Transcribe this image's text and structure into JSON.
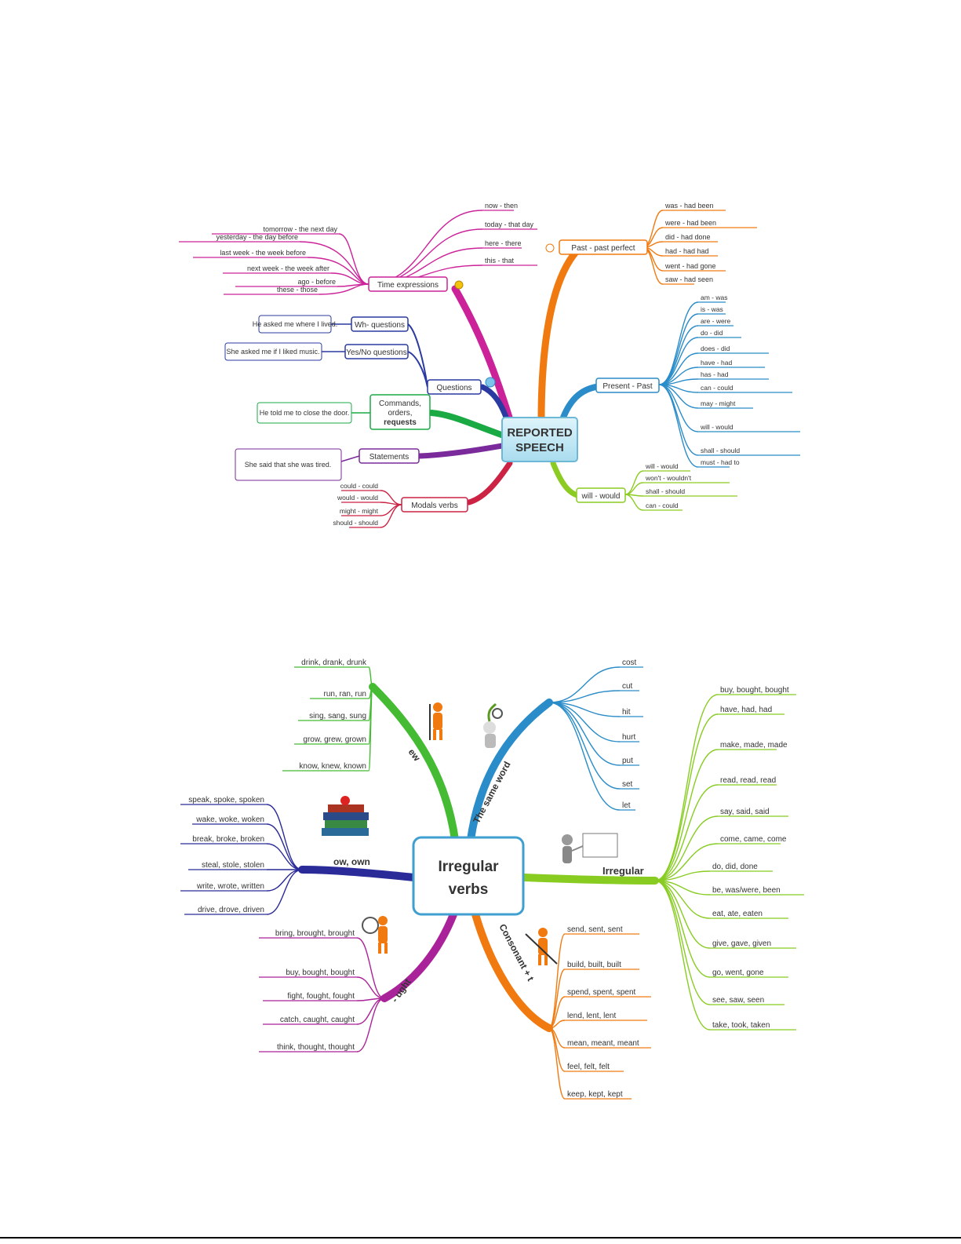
{
  "map1": {
    "center": [
      "REPORTED",
      "SPEECH"
    ],
    "colors": {
      "time": "#cc2299",
      "orange": "#f07a10",
      "blue": "#2a8cc8",
      "green": "#8ccc22",
      "questions": "#2a3aa0",
      "orders": "#1aaa44",
      "statements": "#7a2a9a",
      "modal": "#cc2244"
    },
    "branches": [
      {
        "id": "time",
        "label": "Time expressions",
        "leaves": [
          "now - then",
          "today - that day",
          "here - there",
          "this - that",
          "tomorrow - the next day",
          "yesterday - the day before",
          "last week - the week before",
          "next week - the week after",
          "ago - before",
          "these - those"
        ]
      },
      {
        "id": "present_past",
        "label": "Present - Past",
        "leaves": [
          "am - was",
          "is - was",
          "are - were",
          "do - did",
          "does - did",
          "have - had",
          "has - had",
          "can - could",
          "may - might",
          "will - would",
          "shall - should",
          "must - had to"
        ]
      },
      {
        "id": "past_perfect",
        "label": "Past - past perfect",
        "leaves": [
          "was - had been",
          "were - had been",
          "did - had done",
          "had - had had",
          "went - had gone",
          "saw - had seen"
        ]
      },
      {
        "id": "will_would",
        "label": "will - would",
        "leaves": [
          "will - would",
          "won't - wouldn't",
          "shall - should",
          "can - could"
        ]
      },
      {
        "id": "questions",
        "label": "Questions",
        "sub": [
          {
            "label": "Wh- questions",
            "example": "He asked me where I lived."
          },
          {
            "label": "Yes/No questions",
            "example": "She asked me if I liked music."
          }
        ]
      },
      {
        "id": "orders",
        "label": [
          "Commands,",
          "orders,",
          "requests"
        ],
        "example": "He told me to close the door."
      },
      {
        "id": "statements",
        "label": "Statements",
        "example": "She said that she was tired."
      },
      {
        "id": "modal",
        "label": "Modals verbs",
        "leaves": [
          "could - could",
          "would - would",
          "might - might",
          "should - should"
        ]
      }
    ]
  },
  "map2": {
    "center": [
      "Irregular",
      "verbs"
    ],
    "colors": {
      "ew": "#44bb33",
      "same": "#2a8cc8",
      "irregular": "#88cc22",
      "ought": "#aa2299",
      "own": "#2a2a99",
      "consonant": "#f07a10"
    },
    "branches": [
      {
        "id": "ew",
        "label": "ew",
        "leaves": [
          "drink, drank, drunk",
          "run, ran, run",
          "sing, sang, sung",
          "grow, grew, grown",
          "know, knew, known"
        ]
      },
      {
        "id": "same",
        "label": "The same word",
        "leaves": [
          "cost",
          "cut",
          "hit",
          "hurt",
          "put",
          "set",
          "let"
        ]
      },
      {
        "id": "irregular",
        "label": "Irregular",
        "leaves": [
          "buy, bought, bought",
          "have, had, had",
          "make, made, made",
          "read, read, read",
          "say, said, said",
          "come, came, come",
          "do, did, done",
          "be, was/were, been",
          "eat, ate, eaten",
          "give, gave, given",
          "go, went, gone",
          "see, saw, seen",
          "take, took, taken"
        ]
      },
      {
        "id": "own",
        "label": "ow, own",
        "leaves": [
          "speak, spoke, spoken",
          "wake, woke, woken",
          "break, broke, broken",
          "steal, stole, stolen",
          "write, wrote, written",
          "drive, drove, driven"
        ]
      },
      {
        "id": "ought",
        "label": "- ught",
        "leaves": [
          "bring, brought, brought",
          "buy, bought, bought",
          "fight, fought, fought",
          "catch, caught, caught",
          "think, thought, thought"
        ]
      },
      {
        "id": "consonant",
        "label": "Consonant + t",
        "leaves": [
          "send, sent, sent",
          "build, built, built",
          "spend, spent, spent",
          "lend, lent, lent",
          "mean, meant, meant",
          "feel, felt, felt",
          "keep, kept, kept"
        ]
      }
    ]
  }
}
